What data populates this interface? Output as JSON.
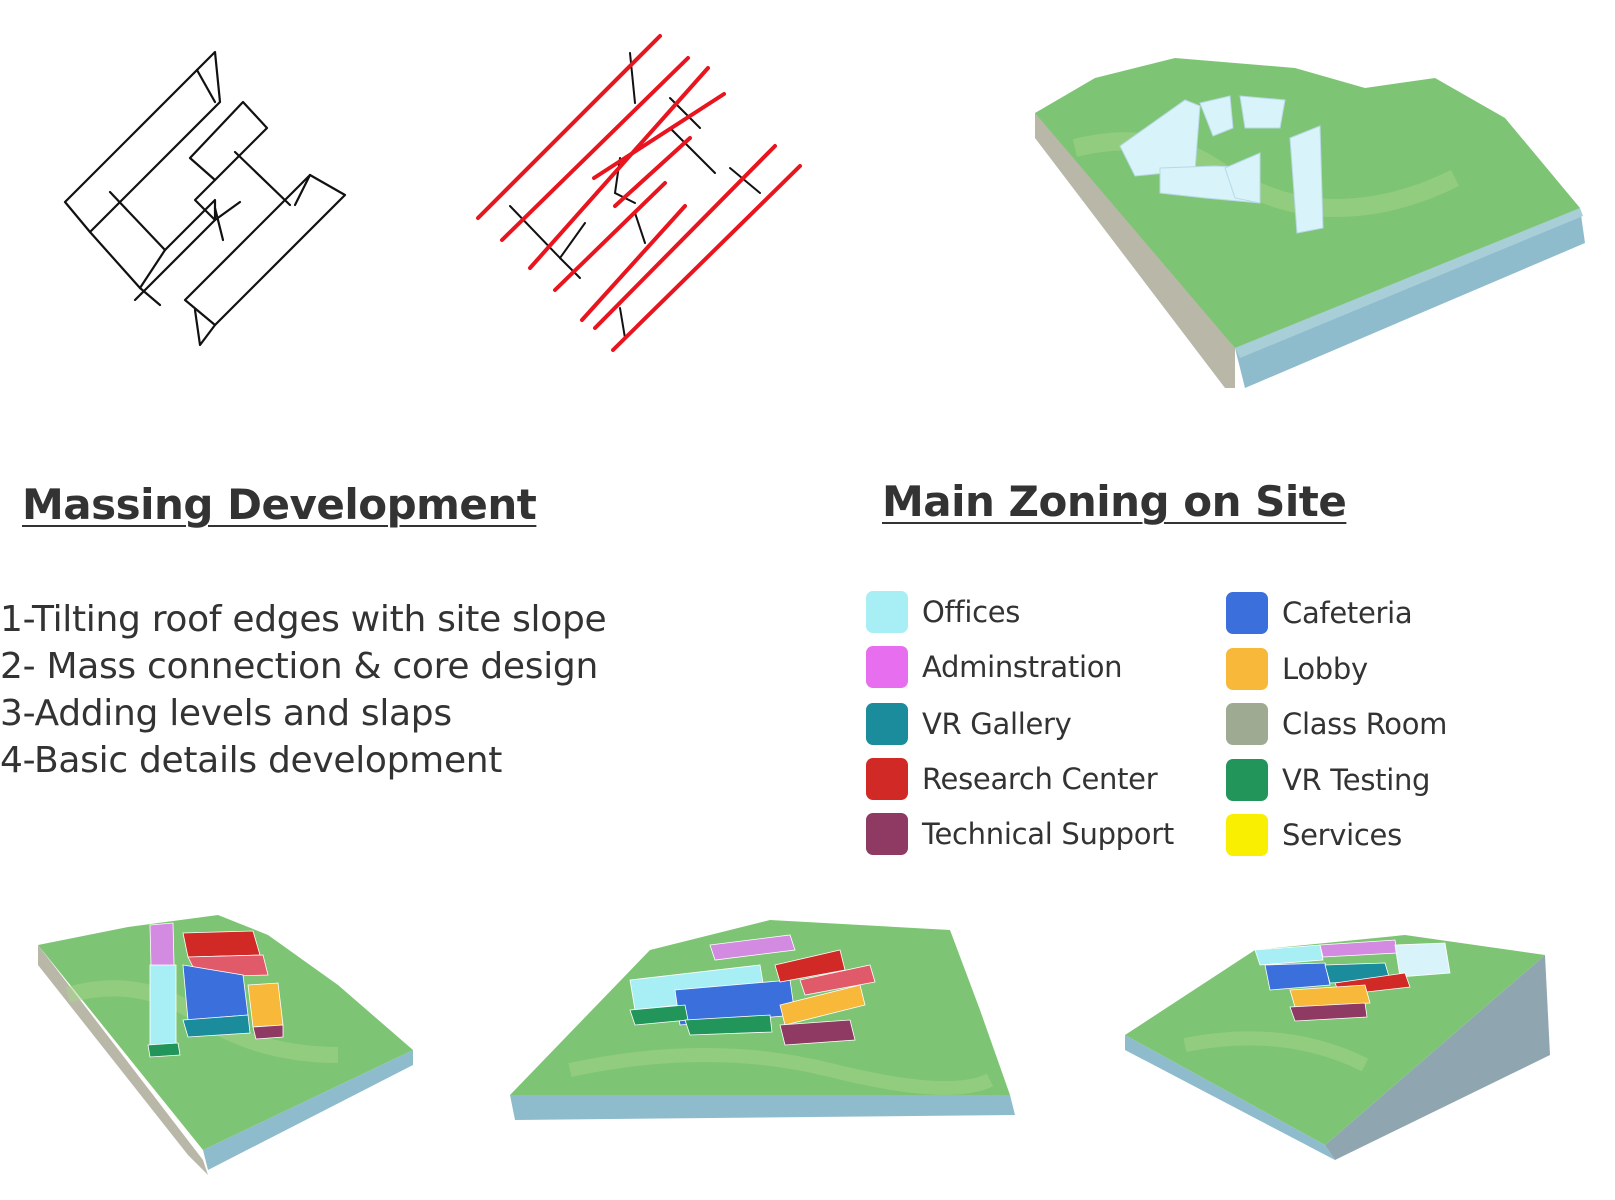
{
  "massing": {
    "title": "Massing Development",
    "steps": [
      "1-Tilting roof edges with site slope",
      "2- Mass connection & core design",
      "3-Adding levels and slaps",
      "4-Basic details development"
    ]
  },
  "zoning": {
    "title": "Main Zoning on Site",
    "legend": [
      {
        "label": "Offices",
        "color": "#a8eef5"
      },
      {
        "label": "Adminstration",
        "color": "#e86ef0"
      },
      {
        "label": "VR Gallery",
        "color": "#1a8c9c"
      },
      {
        "label": " Research Center",
        "color": "#d12a26"
      },
      {
        "label": "Technical Support",
        "color": "#8e3a62"
      },
      {
        "label": "Cafeteria",
        "color": "#3a6fdc"
      },
      {
        "label": "Lobby",
        "color": "#f8b93a"
      },
      {
        "label": "Class Room",
        "color": "#9eaa92"
      },
      {
        "label": "VR Testing",
        "color": "#22965a"
      },
      {
        "label": "Services",
        "color": "#f8f000"
      }
    ]
  },
  "colors": {
    "sketch_stroke": "#111111",
    "axis_stroke": "#e8141e",
    "terrain": "#7dc574",
    "water": "#8fbccc",
    "massing_block": "#d8f3fa"
  }
}
